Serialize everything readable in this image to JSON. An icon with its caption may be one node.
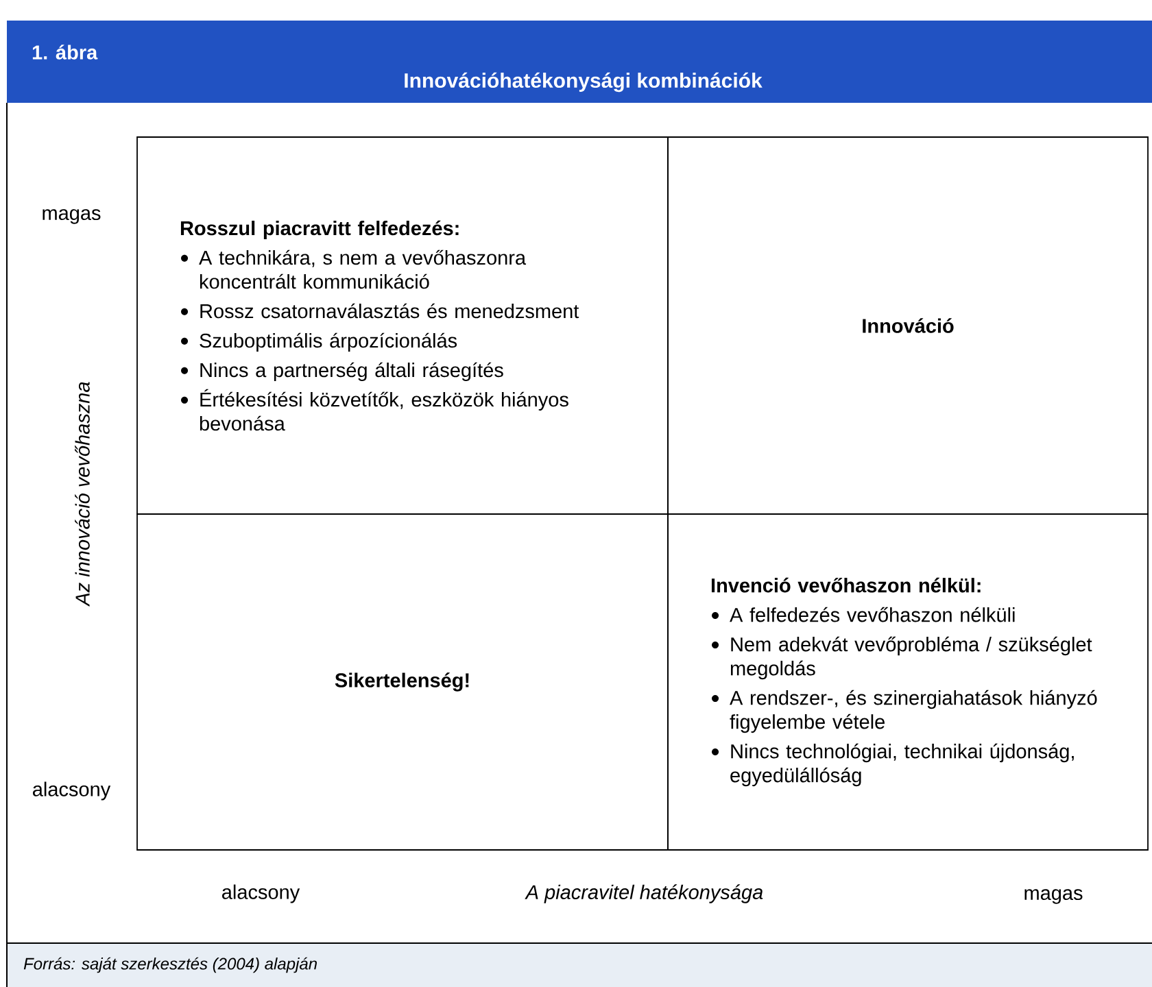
{
  "diagram": {
    "title": "Innovációhatékonysági kombinációk",
    "caption": "Forrás: saját szerkesztés (2004) alapján",
    "nodes": [
      {
        "text": [
          "Rosszul piacravitt felfedezés:",
          "A technikára, s nem a vevőhaszonra koncentrált kommunikáció",
          "Rossz csatornaválasztás és menedzsment",
          "Szuboptimális árpozícionálás",
          "Nincs a partnerség általi rásegítés",
          "Értékesítési közvetítők, eszközök hiányos bevonása"
        ]
      },
      {
        "text": [
          "Innováció"
        ]
      },
      {
        "text": [
          "Sikertelenség!"
        ]
      },
      {
        "text": [
          "Invenció vevőhaszon nélkül:",
          "A felfedezés vevőhaszon nélküli",
          "Nem adekvát vevőprobléma / szükséglet megoldás",
          "A rendszer-, és szinergiahatások hiányzó figyelembe vétele",
          "Nincs technológiai, technikai újdonság, egyedülállóság"
        ]
      }
    ],
    "labels": [
      "1. ábra",
      "magas",
      "Az innováció vevőhaszna",
      "alacsony",
      "alacsony",
      "A piacravitel hatékonysága",
      "magas"
    ]
  }
}
